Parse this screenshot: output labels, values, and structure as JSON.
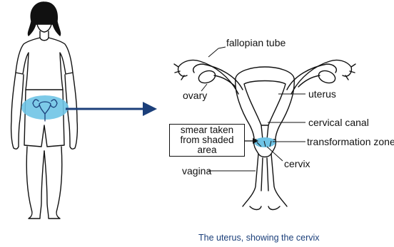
{
  "labels": {
    "fallopian_tube": "fallopian tube",
    "ovary": "ovary",
    "uterus": "uterus",
    "cervical_canal": "cervical canal",
    "transformation_zone": "transformation zone",
    "cervix": "cervix",
    "vagina": "vagina"
  },
  "note": {
    "line1": "smear taken",
    "line2": "from shaded",
    "line3": "area"
  },
  "caption": "The uterus, showing the cervix",
  "colors": {
    "shading": "#6fc4e6",
    "arrow": "#1b3f7a",
    "ink": "#111111",
    "caption": "#1b3f7a"
  }
}
